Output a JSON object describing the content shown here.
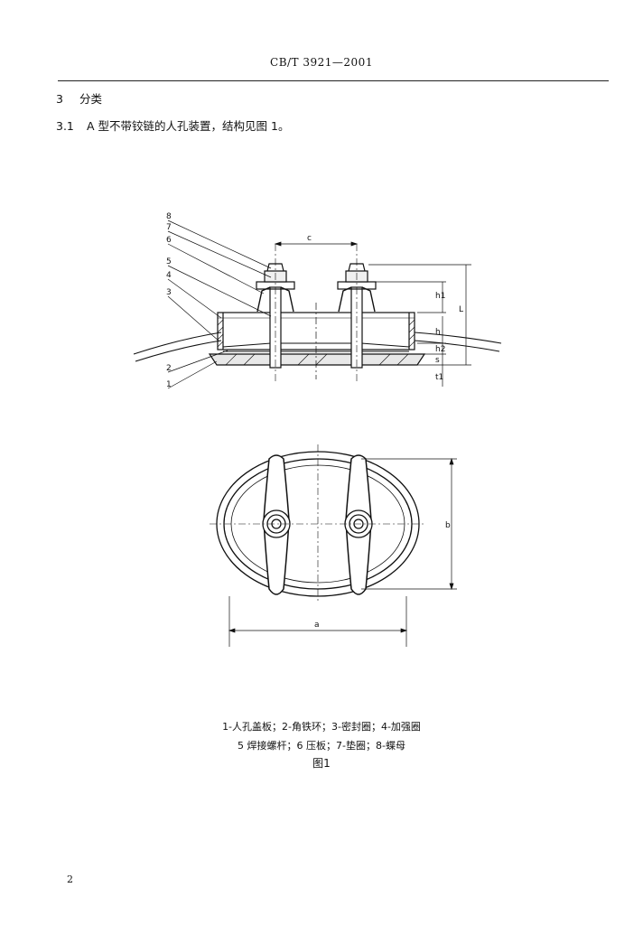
{
  "header": {
    "standard_code": "CB/T 3921—2001"
  },
  "section": {
    "number": "3",
    "title": "分类"
  },
  "subsection": {
    "number": "3.1",
    "text": "A 型不带铰链的人孔装置，结构见图 1。"
  },
  "figure": {
    "section_labels": [
      "8",
      "7",
      "6",
      "5",
      "4",
      "3",
      "2",
      "1"
    ],
    "dimension_labels": {
      "c": "c",
      "h1": "h1",
      "h": "h",
      "L": "L",
      "h2": "h2",
      "s": "s",
      "t1": "t1",
      "a": "a",
      "b": "b"
    },
    "caption_line1": "1-人孔盖板；2-角铁环；3-密封圈；4-加强圈",
    "caption_line2": "5 焊接螺杆；6 压板；7-垫圈；8-蝶母",
    "title": "图1"
  },
  "page_number": "2"
}
